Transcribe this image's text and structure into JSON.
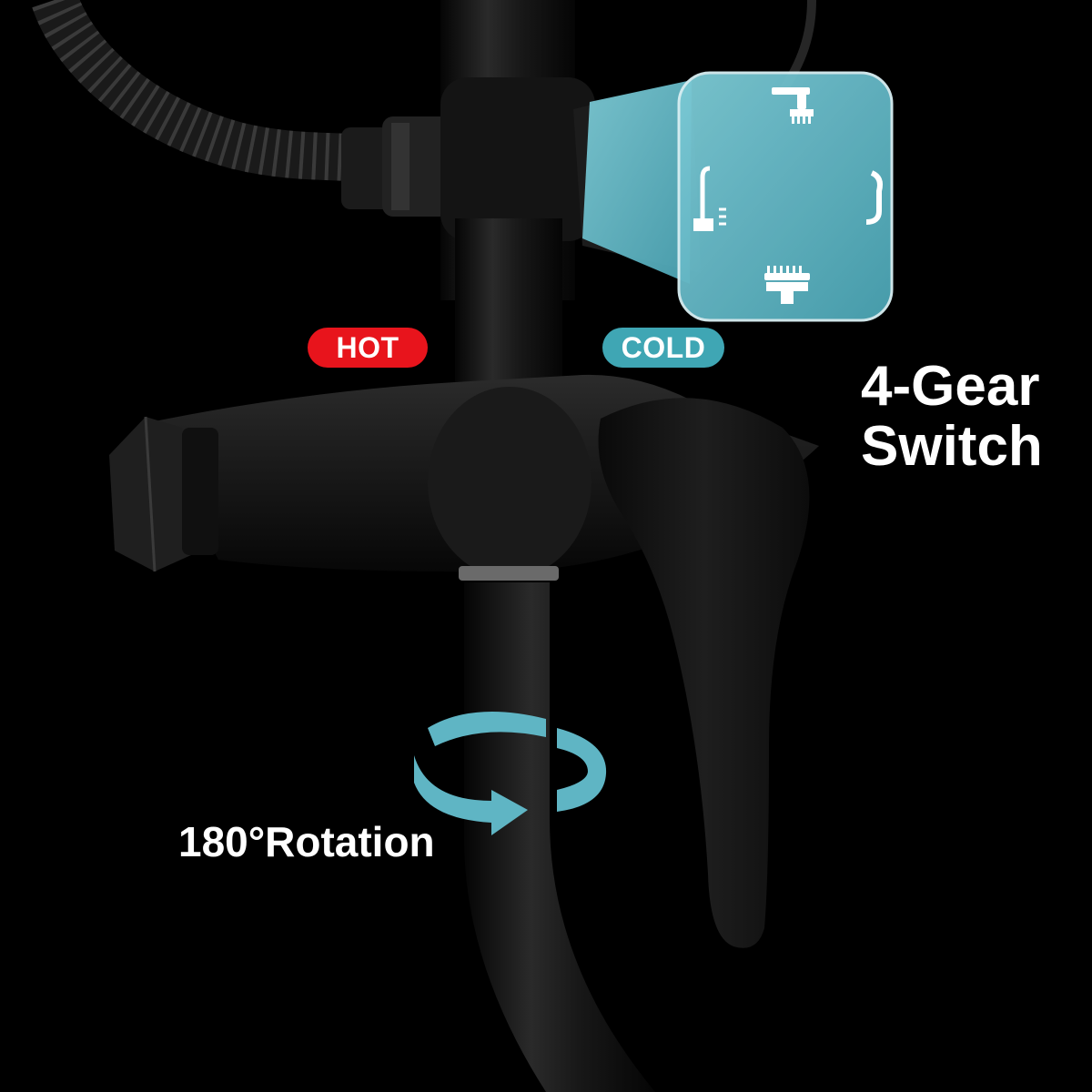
{
  "labels": {
    "hot": "HOT",
    "cold": "COLD",
    "gear_line1": "4-Gear",
    "gear_line2": "Switch",
    "rotation": "180°Rotation"
  },
  "colors": {
    "background": "#000000",
    "hot_badge": "#e8141c",
    "cold_badge": "#3fa6b4",
    "accent_teal": "#5fb5c4",
    "faucet_black": "#151515"
  },
  "icons": [
    "hose-icon",
    "spray-mode-icon",
    "handheld-shower-icon",
    "hook-icon",
    "rain-shower-icon",
    "rotation-arrow-icon"
  ]
}
